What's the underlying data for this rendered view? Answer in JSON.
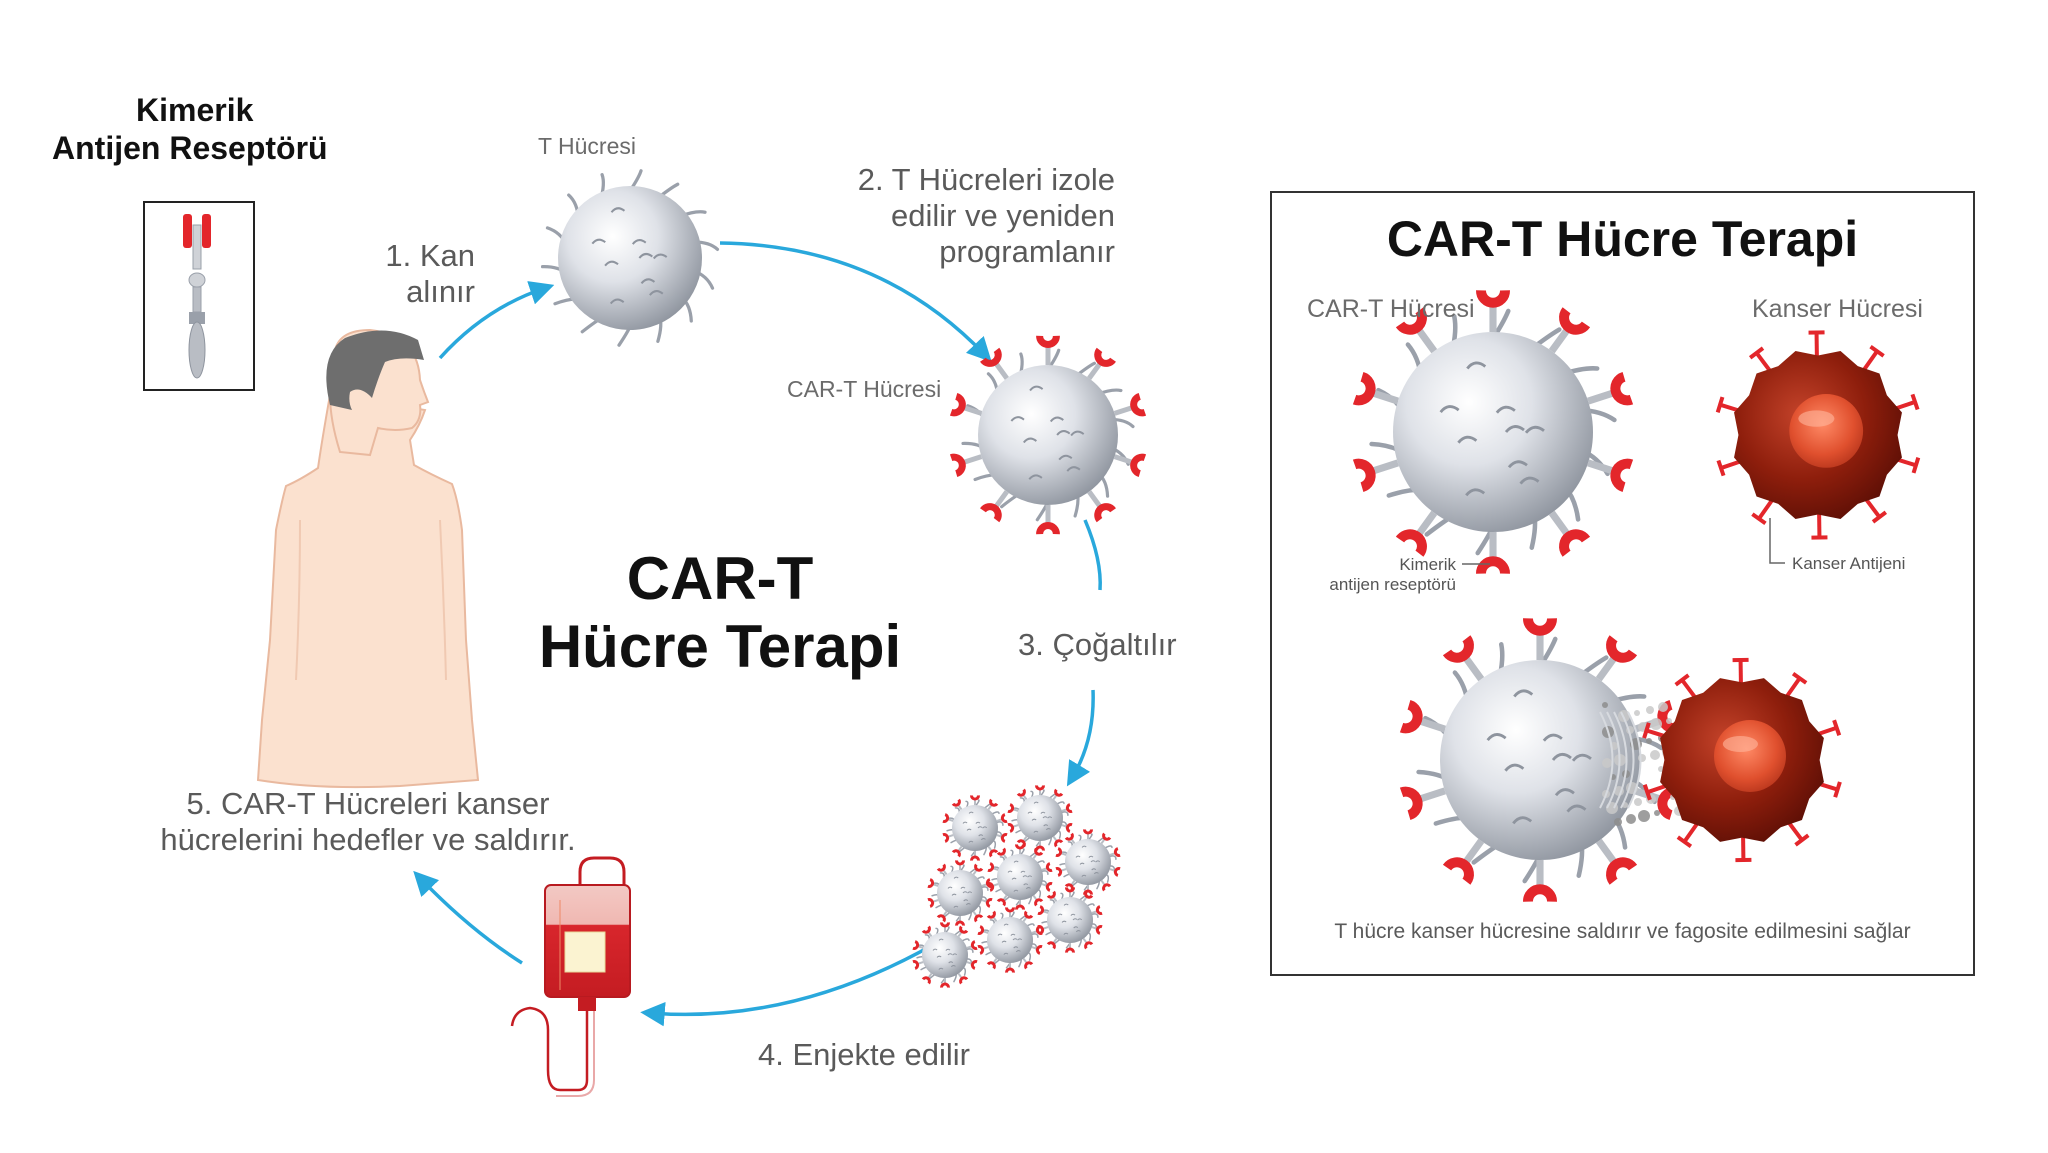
{
  "receptor_title": [
    "Kimerik",
    "Antijen Reseptörü"
  ],
  "center_title": [
    "CAR-T",
    "Hücre Terapi"
  ],
  "t_cell_label": "T Hücresi",
  "cart_cell_label": "CAR-T Hücresi",
  "steps": {
    "s1": [
      "1. Kan",
      "alınır"
    ],
    "s2": [
      "2. T Hücreleri izole",
      "edilir ve yeniden",
      "programlanır"
    ],
    "s3": "3. Çoğaltılır",
    "s4": "4. Enjekte edilir",
    "s5": [
      "5. CAR-T Hücreleri kanser",
      "hücrelerini hedefler ve saldırır."
    ]
  },
  "panel": {
    "title": "CAR-T Hücre Terapi",
    "cart_label": "CAR-T Hücresi",
    "cancer_label": "Kanser Hücresi",
    "receptor_note": [
      "Kimerik",
      "antijen reseptörü"
    ],
    "antigen_note": "Kanser Antijeni",
    "caption": "T hücre kanser hücresine saldırır ve fagosite edilmesini sağlar"
  },
  "colors": {
    "arrow": "#29a8dc",
    "receptor_red": "#e3262b",
    "tcell_light": "#eef0f4",
    "tcell_dark": "#9aa0aa",
    "cancer_dark": "#7a1408",
    "cancer_mid": "#a8301a",
    "skin": "#fbe1cf",
    "skin_edge": "#e9b99f",
    "hair": "#6e6e6e",
    "bag_red": "#d8262c"
  },
  "icons": [
    "human-figure-icon",
    "t-cell-icon",
    "car-t-cell-icon",
    "cell-cluster-icon",
    "iv-bag-icon",
    "receptor-icon",
    "cancer-cell-icon"
  ]
}
